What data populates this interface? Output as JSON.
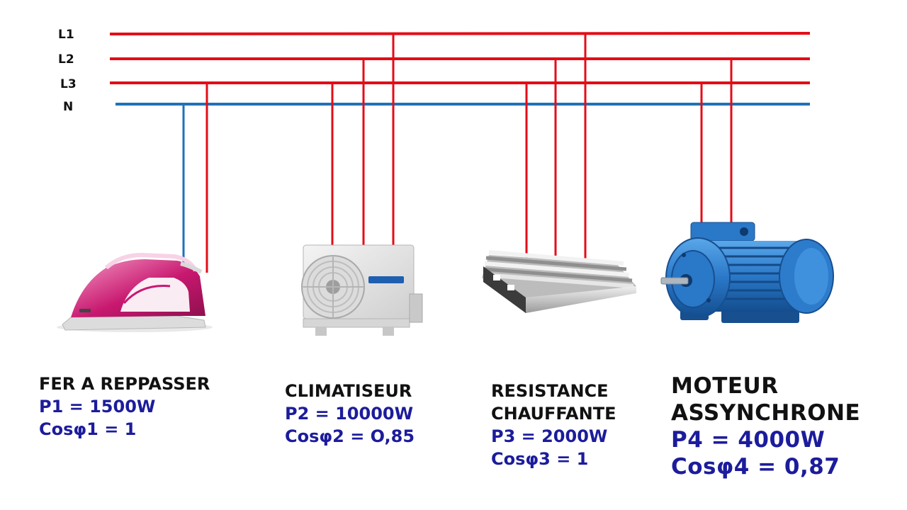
{
  "lines": {
    "l1": "L1",
    "l2": "L2",
    "l3": "L3",
    "n": "N"
  },
  "colors": {
    "phase": "#e30d17",
    "neutral": "#1f72b8",
    "title_text": "#111111",
    "value_text": "#1c1c9c"
  },
  "devices": [
    {
      "icon": "iron-icon",
      "title": "FER A REPPASSER",
      "power": "P1 = 1500W",
      "cosphi": "Cosφ1 = 1"
    },
    {
      "icon": "air-conditioner-icon",
      "title": "CLIMATISEUR",
      "power": "P2 = 10000W",
      "cosphi": "Cosφ2 = O,85"
    },
    {
      "icon": "heating-resistor-icon",
      "title_line1": "RESISTANCE",
      "title_line2": "CHAUFFANTE",
      "power": "P3 = 2000W",
      "cosphi": "Cosφ3 = 1"
    },
    {
      "icon": "motor-icon",
      "title_line1": "MOTEUR",
      "title_line2": "ASSYNCHRONE",
      "power": "P4 = 4000W",
      "cosphi": "Cosφ4 = 0,87"
    }
  ]
}
